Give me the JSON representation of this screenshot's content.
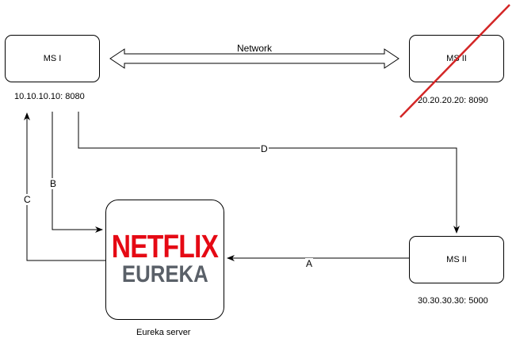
{
  "nodes": {
    "ms1": {
      "label": "MS I",
      "address": "10.10.10.10: 8080"
    },
    "ms2_old": {
      "label": "MS II",
      "address": "20.20.20.20: 8090",
      "status": "failed"
    },
    "ms2_new": {
      "label": "MS II",
      "address": "30.30.30.30: 5000"
    },
    "eureka": {
      "logo_line1": "NETFLIX",
      "logo_line2": "EUREKA",
      "caption": "Eureka server"
    }
  },
  "edges": {
    "network": "Network",
    "a": "A",
    "b": "B",
    "c": "C",
    "d": "D"
  },
  "colors": {
    "line": "#000000",
    "strike": "#d32626",
    "netflix_red": "#e50914",
    "eureka_gray": "#5a6068"
  }
}
